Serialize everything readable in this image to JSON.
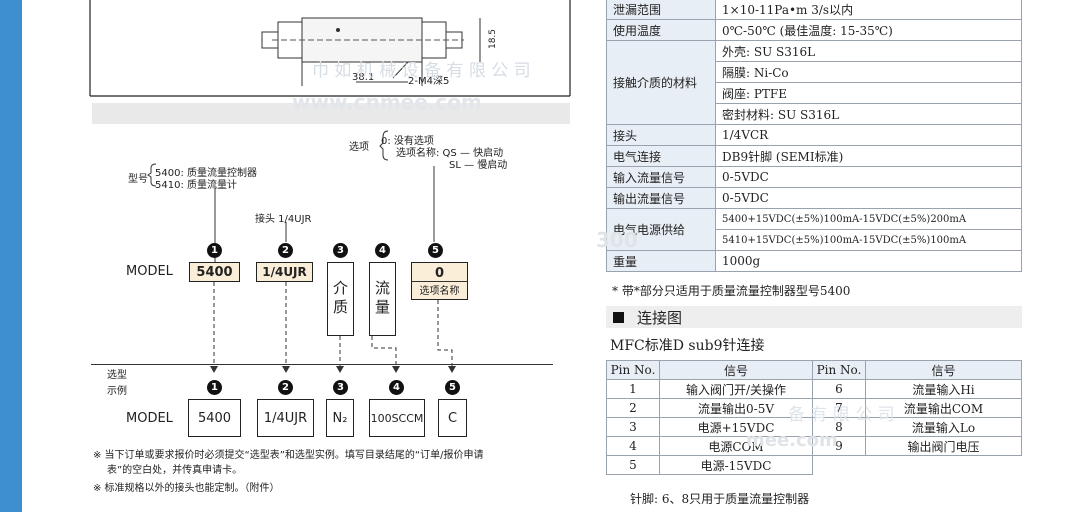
{
  "watermarks": {
    "left_cn": "巾 如 机 械 设 备 有 限 公 司",
    "left_url": "www.cnmee.com",
    "mid_mark": "300",
    "right_cn": "备 有 限 公 司",
    "right_url": "mee.com"
  },
  "drawing": {
    "dim_height": "18.5",
    "dim_length": "38.1",
    "dim_thread": "2-M4深5"
  },
  "model_diagram": {
    "option_prefix": "选项",
    "option_zero": "0: 没有选项",
    "option_qs": "选项名称: QS — 快启动",
    "option_sl": "SL — 慢启动",
    "type_prefix": "型号",
    "type_5400": "5400: 质量流量控制器",
    "type_5410": "5410: 质量流量计",
    "fitting_label": "接头 1/4UJR",
    "model_label": "MODEL",
    "nums": [
      "1",
      "2",
      "3",
      "4",
      "5"
    ],
    "box1": "5400",
    "box2": "1/4UJR",
    "box3": "介质",
    "box4": "流量",
    "box5": "0",
    "box5_sub": "选项名称",
    "example_label_1": "选型",
    "example_label_2": "示例",
    "ex1": "5400",
    "ex2": "1/4UJR",
    "ex3": "N₂",
    "ex4": "100SCCM",
    "ex5": "C"
  },
  "notes": {
    "note1_a": "※ 当下订单或要求报价时必须提交“选型表”和选型实例。填写目录结尾的“订单/报价申请",
    "note1_b": "表”的空白处，并传真申请卡。",
    "note2": "※ 标准规格以外的接头也能定制。（附件）"
  },
  "spec_table": {
    "rows": [
      {
        "key": "泄漏范围",
        "value": "1×10-11Pa•m 3/s以内"
      },
      {
        "key": "使用温度",
        "value": "0℃-50℃ (最佳温度: 15-35℃)"
      },
      {
        "key": "接触介质的材料",
        "subrows": [
          "外壳: SU S316L",
          "隔膜: Ni-Co",
          "阀座: PTFE",
          "密封材料: SU S316L"
        ]
      },
      {
        "key": "接头",
        "value": "1/4VCR"
      },
      {
        "key": "电气连接",
        "value": "DB9针脚 (SEMI标准)"
      },
      {
        "key": "输入流量信号",
        "value": "0-5VDC"
      },
      {
        "key": "输出流量信号",
        "value": "0-5VDC"
      },
      {
        "key": "电气电源供给",
        "subrows": [
          "5400+15VDC(±5%)100mA-15VDC(±5%)200mA",
          "5410+15VDC(±5%)100mA-15VDC(±5%)100mA"
        ]
      },
      {
        "key": "重量",
        "value": "1000g"
      }
    ],
    "footnote": "* 带*部分只适用于质量流量控制器型号5400"
  },
  "connection": {
    "heading": "连接图",
    "subheading": "MFC标准D sub9针连接",
    "headers": [
      "Pin No.",
      "信号",
      "Pin No.",
      "信号"
    ],
    "rows": [
      [
        "1",
        "输入阀门开/关操作",
        "6",
        "流量输入Hi"
      ],
      [
        "2",
        "流量输出0-5V",
        "7",
        "流量输出COM"
      ],
      [
        "3",
        "电源+15VDC",
        "8",
        "流量输入Lo"
      ],
      [
        "4",
        "电源COM",
        "9",
        "输出阀门电压"
      ],
      [
        "5",
        "电源-15VDC",
        "",
        ""
      ]
    ],
    "footnote": "针脚: 6、8只用于质量流量控制器"
  }
}
